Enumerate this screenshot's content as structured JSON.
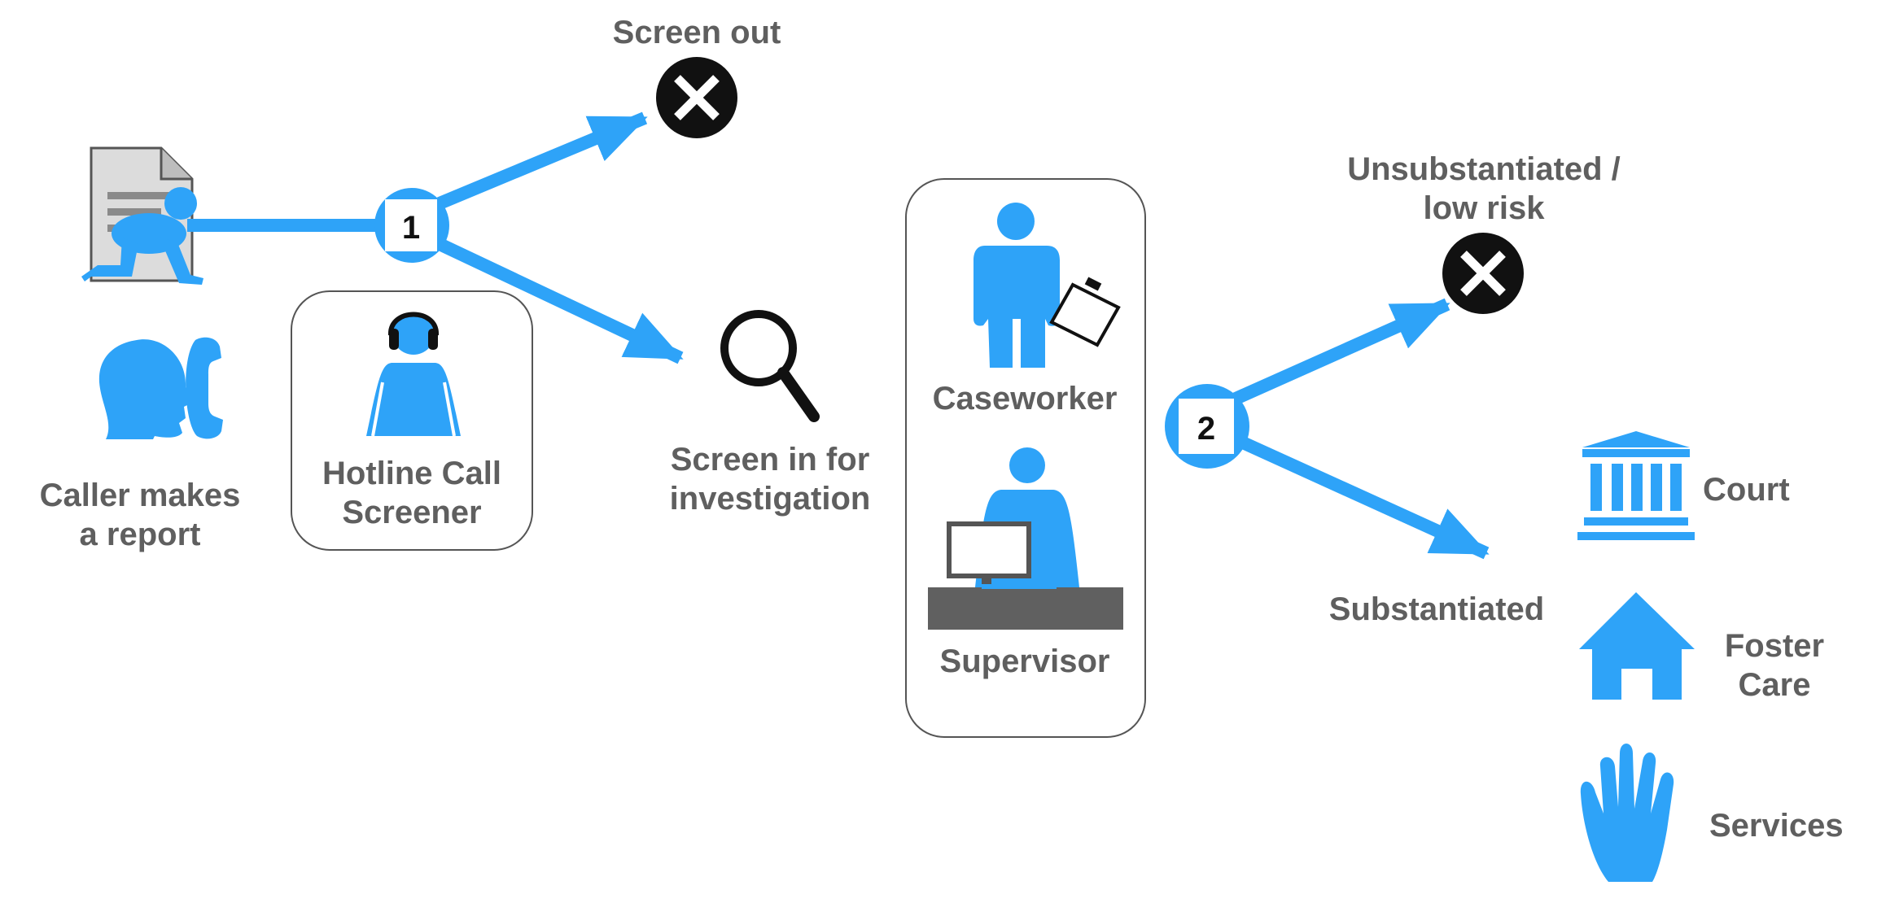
{
  "colors": {
    "accent": "#2ea3f8",
    "text": "#5f5f5f",
    "dark": "#111111",
    "desk": "#606060",
    "box_border": "#555555"
  },
  "decision_points": {
    "first": "1",
    "second": "2"
  },
  "labels": {
    "screen_out": "Screen out",
    "caller_line1": "Caller makes",
    "caller_line2": "a report",
    "screener_line1": "Hotline Call",
    "screener_line2": "Screener",
    "screen_in_line1": "Screen in for",
    "screen_in_line2": "investigation",
    "caseworker": "Caseworker",
    "supervisor": "Supervisor",
    "unsub_line1": "Unsubstantiated /",
    "unsub_line2": "low risk",
    "substantiated": "Substantiated",
    "court": "Court",
    "foster_line1": "Foster",
    "foster_line2": "Care",
    "services": "Services"
  },
  "icons": [
    "report-document-icon",
    "baby-icon",
    "caller-head-icon",
    "phone-icon",
    "screener-headset-person-icon",
    "x-circle-icon",
    "magnifier-icon",
    "caseworker-person-icon",
    "clipboard-icon",
    "supervisor-person-icon",
    "computer-monitor-icon",
    "courthouse-icon",
    "house-icon",
    "hand-icon"
  ]
}
